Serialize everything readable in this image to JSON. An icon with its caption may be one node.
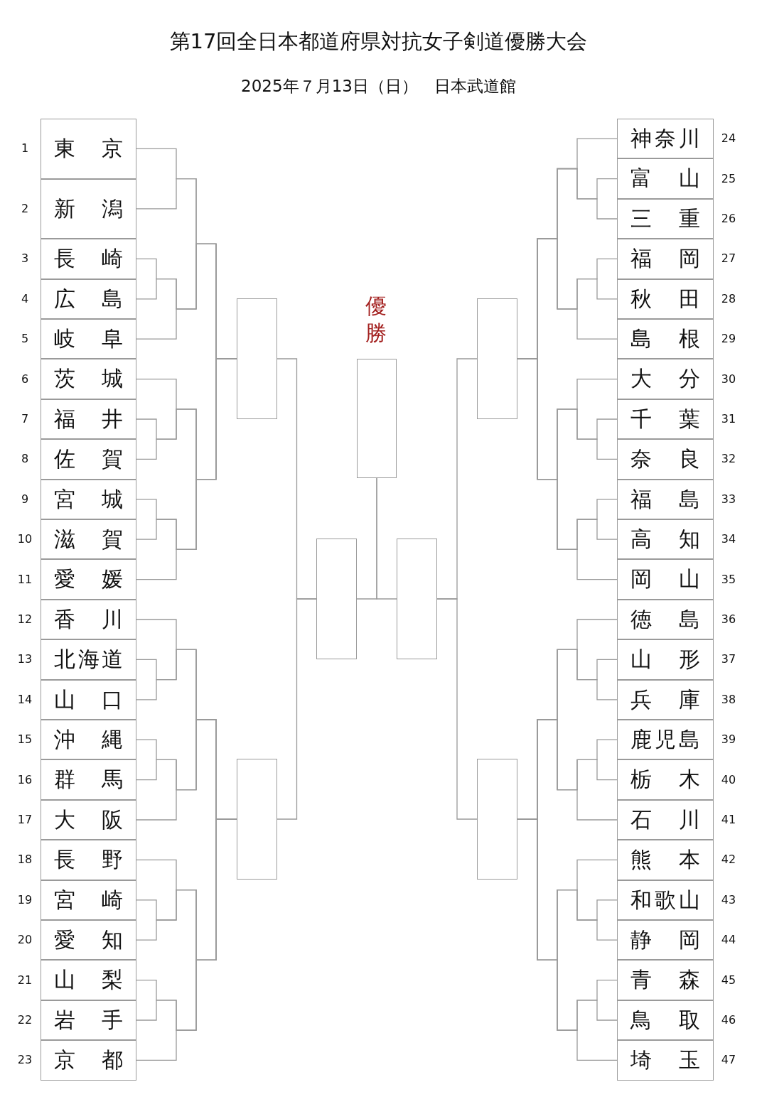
{
  "diagram": {
    "title": "第17回全日本都道府県対抗女子剣道優勝大会",
    "nodes": [
      {
        "text": [
          "東京"
        ],
        "beside": [
          "1"
        ]
      },
      {
        "text": [
          "新潟"
        ],
        "beside": [
          "2"
        ]
      },
      {
        "text": [
          "長崎"
        ],
        "beside": [
          "3"
        ]
      },
      {
        "text": [
          "広島"
        ],
        "beside": [
          "4"
        ]
      },
      {
        "text": [
          "岐阜"
        ],
        "beside": [
          "5"
        ]
      },
      {
        "text": [
          "茨城"
        ],
        "beside": [
          "6"
        ]
      },
      {
        "text": [
          "福井"
        ],
        "beside": [
          "7"
        ]
      },
      {
        "text": [
          "佐賀"
        ],
        "beside": [
          "8"
        ]
      },
      {
        "text": [
          "宮城"
        ],
        "beside": [
          "9"
        ]
      },
      {
        "text": [
          "滋賀"
        ],
        "beside": [
          "10"
        ]
      },
      {
        "text": [
          "愛媛"
        ],
        "beside": [
          "11"
        ]
      },
      {
        "text": [
          "香川"
        ],
        "beside": [
          "12"
        ]
      },
      {
        "text": [
          "北海道"
        ],
        "beside": [
          "13"
        ]
      },
      {
        "text": [
          "山口"
        ],
        "beside": [
          "14"
        ]
      },
      {
        "text": [
          "沖縄"
        ],
        "beside": [
          "15"
        ]
      },
      {
        "text": [
          "群馬"
        ],
        "beside": [
          "16"
        ]
      },
      {
        "text": [
          "大阪"
        ],
        "beside": [
          "17"
        ]
      },
      {
        "text": [
          "長野"
        ],
        "beside": [
          "18"
        ]
      },
      {
        "text": [
          "宮崎"
        ],
        "beside": [
          "19"
        ]
      },
      {
        "text": [
          "愛知"
        ],
        "beside": [
          "20"
        ]
      },
      {
        "text": [
          "山梨"
        ],
        "beside": [
          "21"
        ]
      },
      {
        "text": [
          "岩手"
        ],
        "beside": [
          "22"
        ]
      },
      {
        "text": [
          "京都"
        ],
        "beside": [
          "23"
        ]
      },
      {
        "text": [
          "神奈川"
        ],
        "beside": [
          "24"
        ]
      },
      {
        "text": [
          "富山"
        ],
        "beside": [
          "25"
        ]
      },
      {
        "text": [
          "三重"
        ],
        "beside": [
          "26"
        ]
      },
      {
        "text": [
          "福岡"
        ],
        "beside": [
          "27"
        ]
      },
      {
        "text": [
          "秋田"
        ],
        "beside": [
          "28"
        ]
      },
      {
        "text": [
          "島根"
        ],
        "beside": [
          "29"
        ]
      },
      {
        "text": [
          "大分"
        ],
        "beside": [
          "30"
        ]
      },
      {
        "text": [
          "千葉"
        ],
        "beside": [
          "31"
        ]
      },
      {
        "text": [
          "奈良"
        ],
        "beside": [
          "32"
        ]
      },
      {
        "text": [
          "福島"
        ],
        "beside": [
          "33"
        ]
      },
      {
        "text": [
          "高知"
        ],
        "beside": [
          "34"
        ]
      },
      {
        "text": [
          "岡山"
        ],
        "beside": [
          "35"
        ]
      },
      {
        "text": [
          "徳島"
        ],
        "beside": [
          "36"
        ]
      },
      {
        "text": [
          "山形"
        ],
        "beside": [
          "37"
        ]
      },
      {
        "text": [
          "兵庫"
        ],
        "beside": [
          "38"
        ]
      },
      {
        "text": [
          "鹿児島"
        ],
        "beside": [
          "39"
        ]
      },
      {
        "text": [
          "栃木"
        ],
        "beside": [
          "40"
        ]
      },
      {
        "text": [
          "石川"
        ],
        "beside": [
          "41"
        ]
      },
      {
        "text": [
          "熊本"
        ],
        "beside": [
          "42"
        ]
      },
      {
        "text": [
          "和歌山"
        ],
        "beside": [
          "43"
        ]
      },
      {
        "text": [
          "静岡"
        ],
        "beside": [
          "44"
        ]
      },
      {
        "text": [
          "青森"
        ],
        "beside": [
          "45"
        ]
      },
      {
        "text": [
          "鳥取"
        ],
        "beside": [
          "46"
        ]
      },
      {
        "text": [
          "埼玉"
        ],
        "beside": [
          "47"
        ]
      },
      {
        "text": [],
        "shape": "box"
      },
      {
        "text": [],
        "shape": "box"
      },
      {
        "text": [],
        "shape": "box"
      },
      {
        "text": [
          "優勝"
        ]
      },
      {
        "text": [],
        "shape": "box"
      },
      {
        "text": [],
        "shape": "box"
      },
      {
        "text": [],
        "shape": "box"
      }
    ],
    "edges": [
      {
        "from": 0,
        "to": 47,
        "arrow": "none"
      },
      {
        "from": 1,
        "to": 47,
        "arrow": "none"
      },
      {
        "from": 2,
        "to": 47,
        "arrow": "none"
      },
      {
        "from": 3,
        "to": 47,
        "arrow": "none"
      },
      {
        "from": 4,
        "to": 47,
        "arrow": "none"
      },
      {
        "from": 5,
        "to": 47,
        "arrow": "none"
      },
      {
        "from": 6,
        "to": 47,
        "arrow": "none"
      },
      {
        "from": 7,
        "to": 47,
        "arrow": "none"
      },
      {
        "from": 8,
        "to": 47,
        "arrow": "none"
      },
      {
        "from": 9,
        "to": 47,
        "arrow": "none"
      },
      {
        "from": 10,
        "to": 47,
        "arrow": "none"
      },
      {
        "from": 11,
        "to": 48,
        "arrow": "none"
      },
      {
        "from": 12,
        "to": 48,
        "arrow": "none"
      },
      {
        "from": 13,
        "to": 48,
        "arrow": "none"
      },
      {
        "from": 14,
        "to": 48,
        "arrow": "none"
      },
      {
        "from": 15,
        "to": 48,
        "arrow": "none"
      },
      {
        "from": 16,
        "to": 48,
        "arrow": "none"
      },
      {
        "from": 17,
        "to": 48,
        "arrow": "none"
      },
      {
        "from": 18,
        "to": 48,
        "arrow": "none"
      },
      {
        "from": 19,
        "to": 48,
        "arrow": "none"
      },
      {
        "from": 20,
        "to": 48,
        "arrow": "none"
      },
      {
        "from": 21,
        "to": 48,
        "arrow": "none"
      },
      {
        "from": 22,
        "to": 48,
        "arrow": "none"
      },
      {
        "from": 23,
        "to": 52,
        "arrow": "none"
      },
      {
        "from": 24,
        "to": 52,
        "arrow": "none"
      },
      {
        "from": 25,
        "to": 52,
        "arrow": "none"
      },
      {
        "from": 26,
        "to": 52,
        "arrow": "none"
      },
      {
        "from": 27,
        "to": 52,
        "arrow": "none"
      },
      {
        "from": 28,
        "to": 52,
        "arrow": "none"
      },
      {
        "from": 29,
        "to": 52,
        "arrow": "none"
      },
      {
        "from": 30,
        "to": 52,
        "arrow": "none"
      },
      {
        "from": 31,
        "to": 52,
        "arrow": "none"
      },
      {
        "from": 32,
        "to": 52,
        "arrow": "none"
      },
      {
        "from": 33,
        "to": 52,
        "arrow": "none"
      },
      {
        "from": 34,
        "to": 52,
        "arrow": "none"
      },
      {
        "from": 35,
        "to": 53,
        "arrow": "none"
      },
      {
        "from": 36,
        "to": 53,
        "arrow": "none"
      },
      {
        "from": 37,
        "to": 53,
        "arrow": "none"
      },
      {
        "from": 38,
        "to": 53,
        "arrow": "none"
      },
      {
        "from": 39,
        "to": 53,
        "arrow": "none"
      },
      {
        "from": 40,
        "to": 53,
        "arrow": "none"
      },
      {
        "from": 41,
        "to": 53,
        "arrow": "none"
      },
      {
        "from": 42,
        "to": 53,
        "arrow": "none"
      },
      {
        "from": 43,
        "to": 53,
        "arrow": "none"
      },
      {
        "from": 44,
        "to": 53,
        "arrow": "none"
      },
      {
        "from": 45,
        "to": 53,
        "arrow": "none"
      },
      {
        "from": 46,
        "to": 53,
        "arrow": "none"
      },
      {
        "from": 47,
        "to": 49,
        "arrow": "none"
      },
      {
        "from": 48,
        "to": 49,
        "arrow": "none"
      },
      {
        "from": 52,
        "to": 51,
        "arrow": "none"
      },
      {
        "from": 53,
        "to": 51,
        "arrow": "none"
      },
      {
        "from": 49,
        "to": 50,
        "arrow": "none"
      },
      {
        "from": 51,
        "to": 50,
        "arrow": "none"
      }
    ],
    "labels": [
      "2025年７月13日（日）　日本武道館"
    ]
  }
}
